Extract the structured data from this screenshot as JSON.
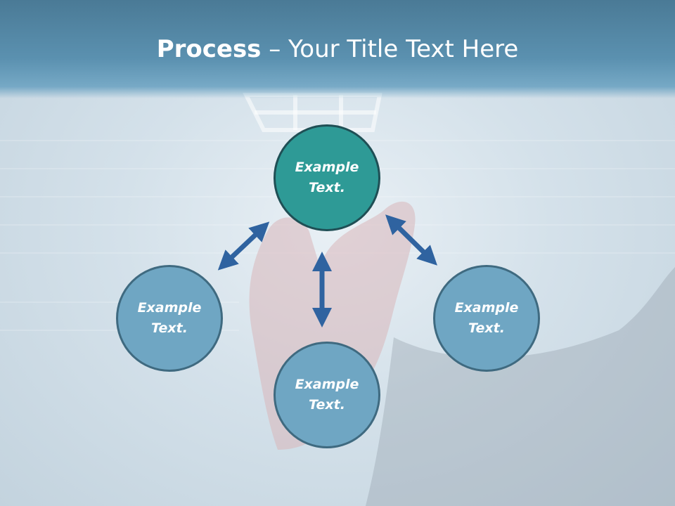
{
  "slide": {
    "title_bold": "Process",
    "title_rest": " – Your Title Text Here"
  },
  "nodes": [
    {
      "id": "top",
      "label": "Example\nText."
    },
    {
      "id": "left",
      "label": "Example\nText."
    },
    {
      "id": "right",
      "label": "Example\nText."
    },
    {
      "id": "bottom",
      "label": "Example\nText."
    }
  ],
  "colors": {
    "title_bar": "#5b91b0",
    "primary_node": "#2e9a96",
    "secondary_node": "#6fa6c3",
    "arrow": "#2f63a0"
  }
}
